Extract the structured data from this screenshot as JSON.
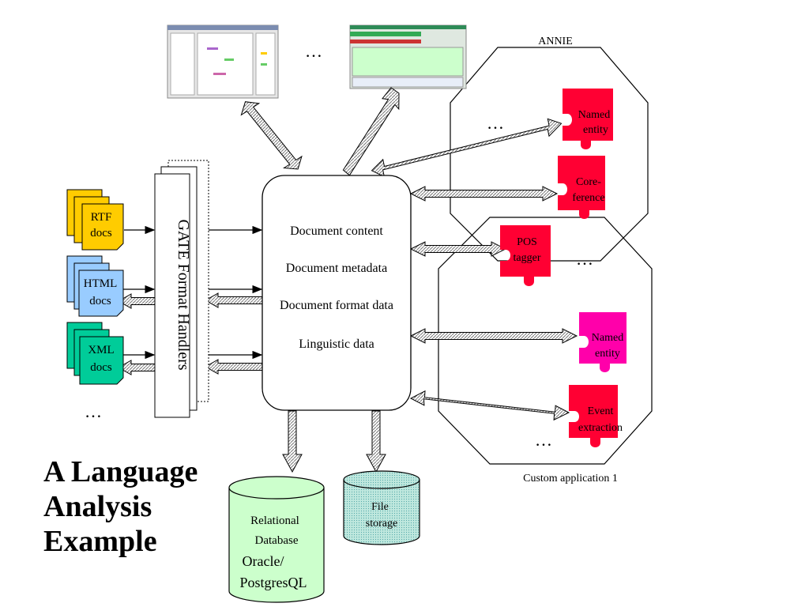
{
  "title": {
    "line1": "A Language",
    "line2": "Analysis",
    "line3": "Example"
  },
  "gate_format_handlers": "GATE Format Handlers",
  "input_docs": [
    {
      "line1": "RTF",
      "line2": "docs",
      "color": "#ffcc00"
    },
    {
      "line1": "HTML",
      "line2": "docs",
      "color": "#99ccff"
    },
    {
      "line1": "XML",
      "line2": "docs",
      "color": "#00cc99"
    }
  ],
  "input_ellipsis": "…",
  "document": {
    "fields": [
      "Document content",
      "Document metadata",
      "Document format data",
      "Linguistic data"
    ]
  },
  "storage": {
    "database": {
      "line1": "Relational",
      "line2": "Database",
      "line3": "Oracle/",
      "line4": "PostgresQL",
      "color": "#ccffcc"
    },
    "file": {
      "line1": "File",
      "line2": "storage",
      "color": "#99ddcc"
    }
  },
  "top_ellipsis": "…",
  "annie": {
    "label": "ANNIE",
    "ellipsis": "…",
    "modules": [
      {
        "line1": "Named",
        "line2": "entity",
        "color": "#ff0033"
      },
      {
        "line1": "Core-",
        "line2": "ference",
        "color": "#ff0033"
      },
      {
        "line1": "POS",
        "line2": "tagger",
        "color": "#ff0033"
      }
    ],
    "pos_ellipsis": "…"
  },
  "custom": {
    "label": "Custom application 1",
    "ellipsis": "…",
    "modules": [
      {
        "line1": "Named",
        "line2": "entity",
        "color": "#ff00aa"
      },
      {
        "line1": "Event",
        "line2": "extraction",
        "color": "#ff0033"
      }
    ]
  }
}
